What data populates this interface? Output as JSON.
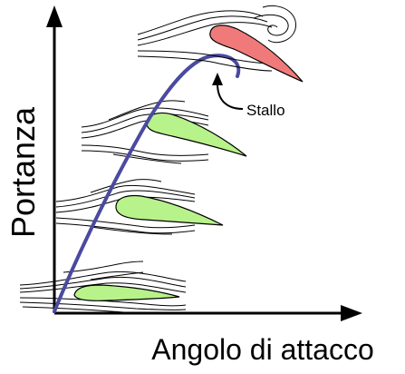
{
  "diagram": {
    "y_axis_label": "Portanza",
    "x_axis_label": "Angolo di attacco",
    "stall_label": "Stallo"
  },
  "colors": {
    "curve": "#4a4aa0",
    "airfoil_normal": "#b8f28a",
    "airfoil_stall": "#f07a7a",
    "axis": "#000000"
  },
  "airfoils": [
    {
      "state": "normal",
      "angle": "low"
    },
    {
      "state": "normal",
      "angle": "medium"
    },
    {
      "state": "normal",
      "angle": "high"
    },
    {
      "state": "stall",
      "angle": "critical"
    }
  ]
}
